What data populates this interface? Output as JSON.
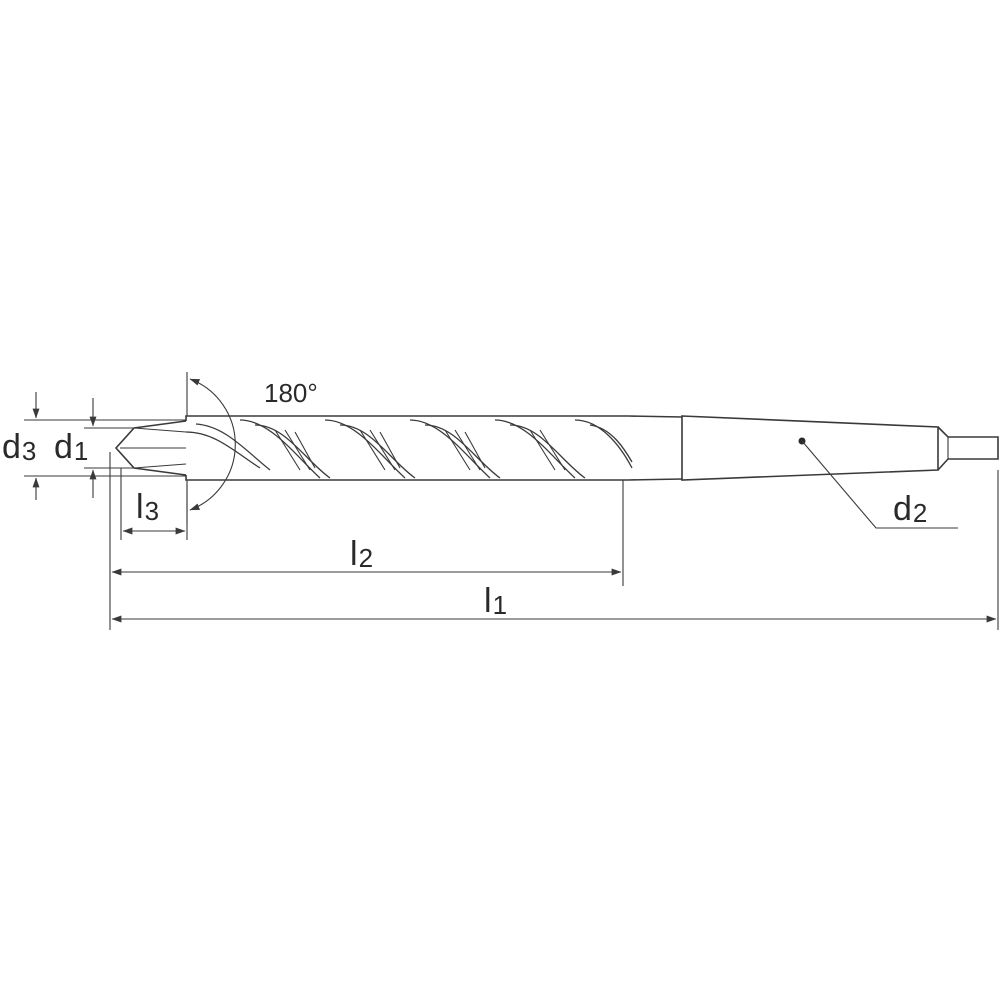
{
  "labels": {
    "angle": "180°",
    "d3": {
      "main": "d",
      "sub": "3"
    },
    "d1": {
      "main": "d",
      "sub": "1"
    },
    "d2": {
      "main": "d",
      "sub": "2"
    },
    "l3": {
      "main": "l",
      "sub": "3"
    },
    "l2": {
      "main": "l",
      "sub": "2"
    },
    "l1": {
      "main": "l",
      "sub": "1"
    }
  },
  "colors": {
    "line": "#3a3a3a",
    "text": "#2a2a2a",
    "background": "#ffffff"
  }
}
